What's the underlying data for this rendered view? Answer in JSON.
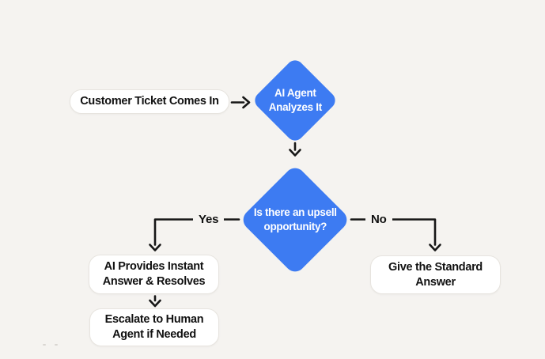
{
  "colors": {
    "background": "#F5F3F0",
    "accent_blue": "#3D7BF2",
    "line_black": "#161616",
    "node_fill": "#FFFFFF",
    "node_border": "#E7E4DF",
    "text_dark": "#111111",
    "text_on_blue": "#FFFFFF"
  },
  "flowchart": {
    "nodes": {
      "customer_ticket": {
        "label": "Customer Ticket Comes In"
      },
      "ai_agent_analyzes": {
        "line1": "AI Agent",
        "line2": "Analyzes It"
      },
      "upsell_decision": {
        "line1": "Is there an upsell",
        "line2": "opportunity?"
      },
      "ai_provides": {
        "line1": "AI Provides Instant",
        "line2": "Answer & Resolves"
      },
      "escalate": {
        "line1": "Escalate to Human",
        "line2": "Agent if Needed"
      },
      "standard_answer": {
        "line1": "Give the Standard",
        "line2": "Answer"
      }
    },
    "branch_labels": {
      "yes": "Yes",
      "no": "No"
    }
  }
}
